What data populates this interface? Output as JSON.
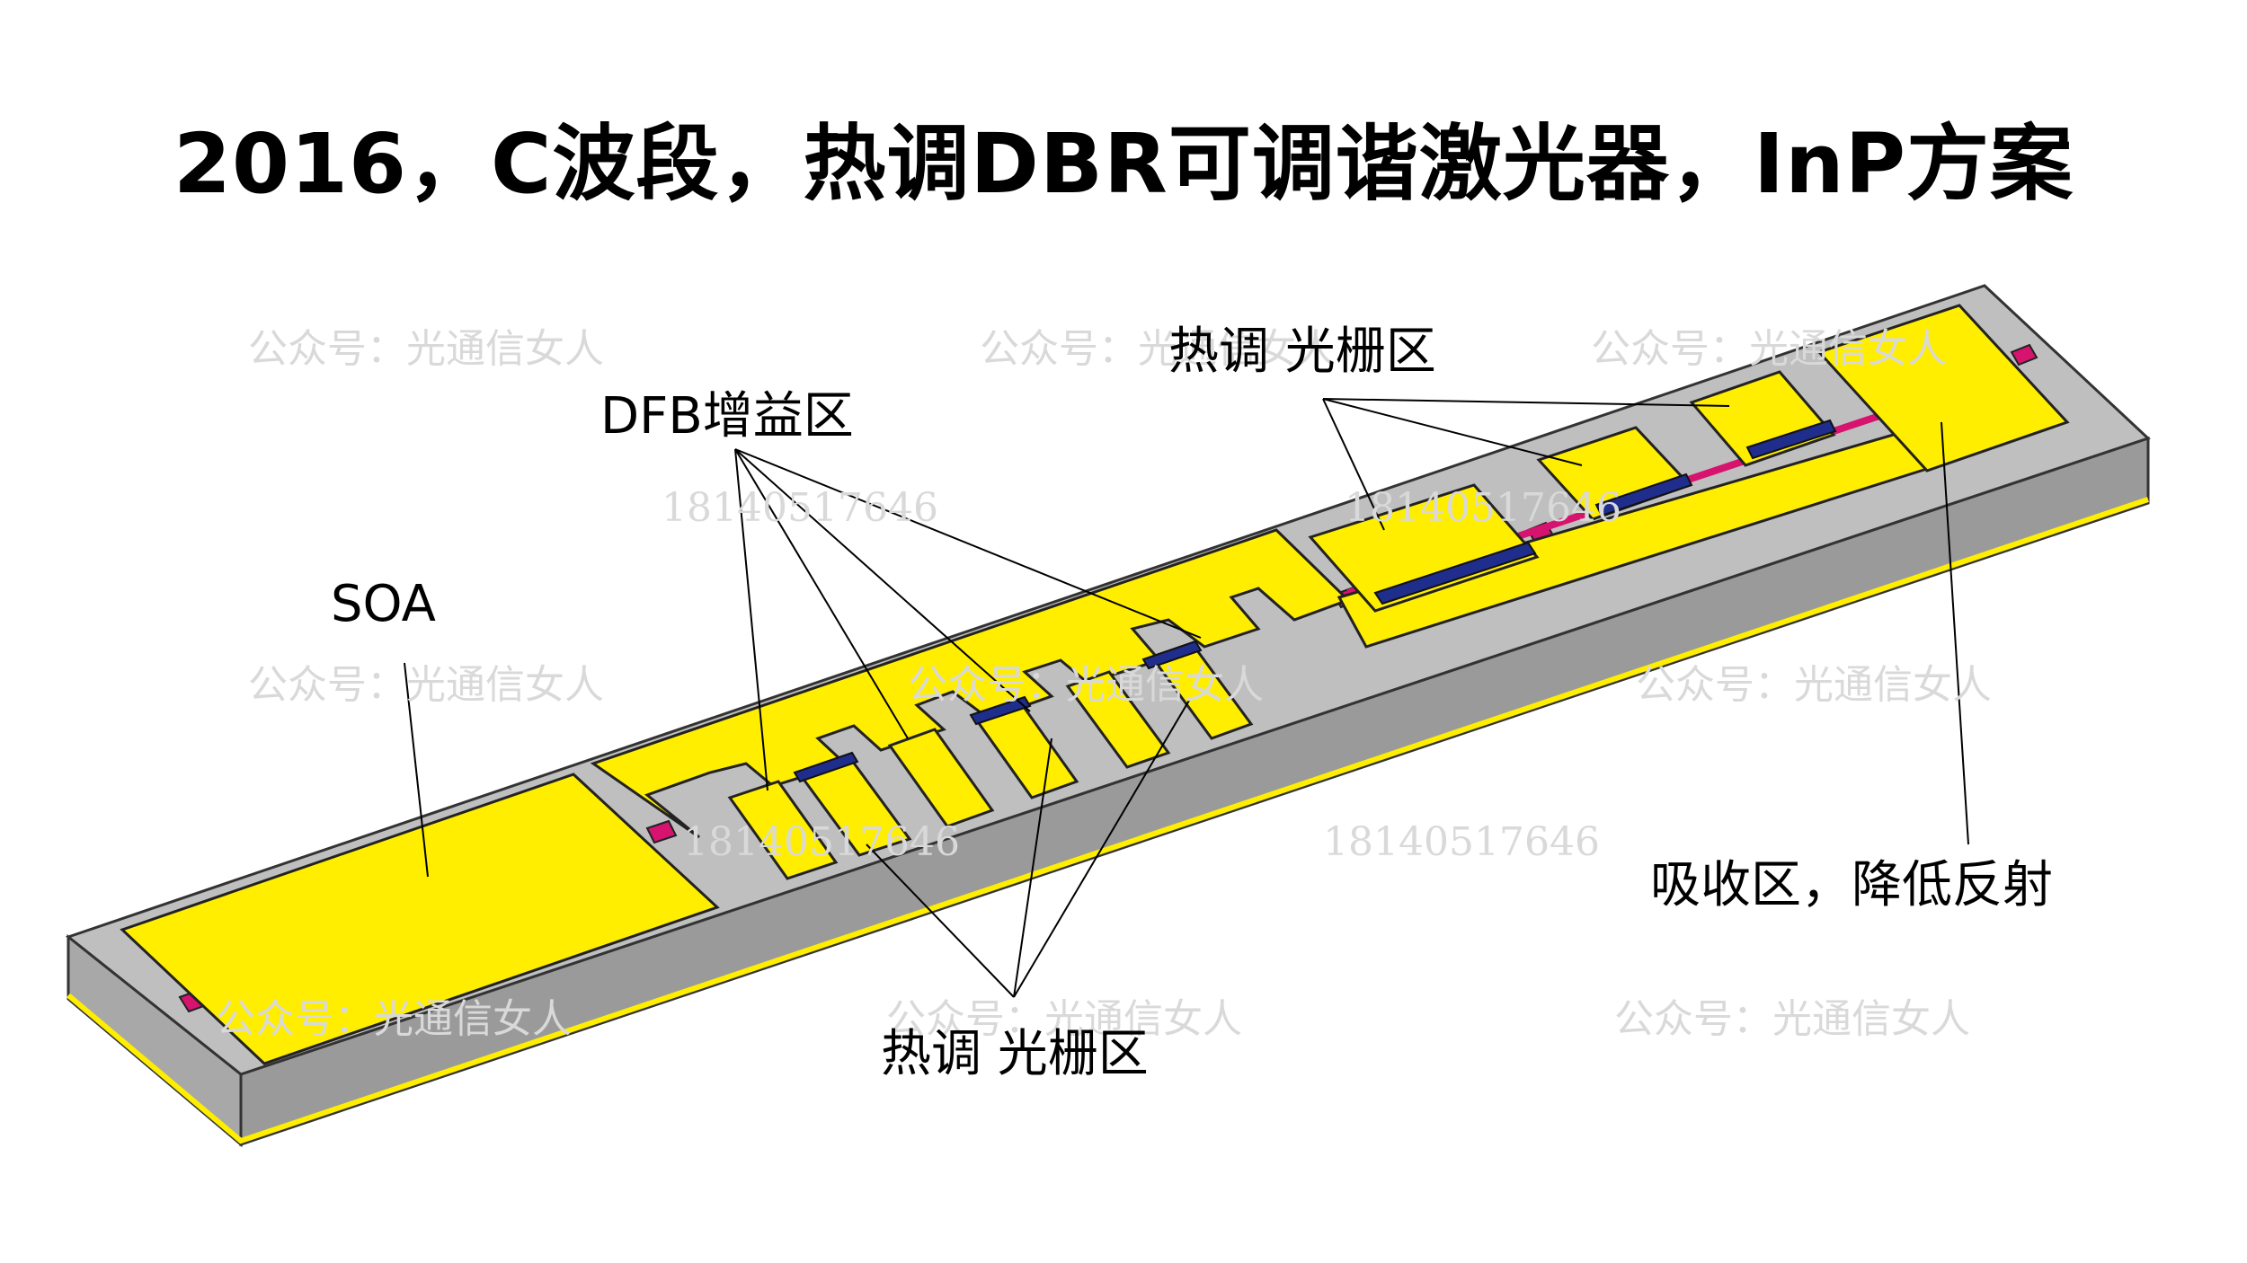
{
  "title": "2016，C波段，热调DBR可调谐激光器，InP方案",
  "labels": {
    "soa": "SOA",
    "dfb_gain": "DFB增益区",
    "thermal_grating_top": "热调 光栅区",
    "thermal_grating_bottom": "热调 光栅区",
    "absorber": "吸收区，降低反射"
  },
  "watermarks": {
    "account": "公众号：光通信女人",
    "phone": "18140517646"
  },
  "colors": {
    "metal": "#ffee00",
    "substrate_top": "#bfbfbf",
    "substrate_side": "#9a9a9a",
    "heater": "#1f2d8c",
    "isolation": "#d6136f"
  }
}
